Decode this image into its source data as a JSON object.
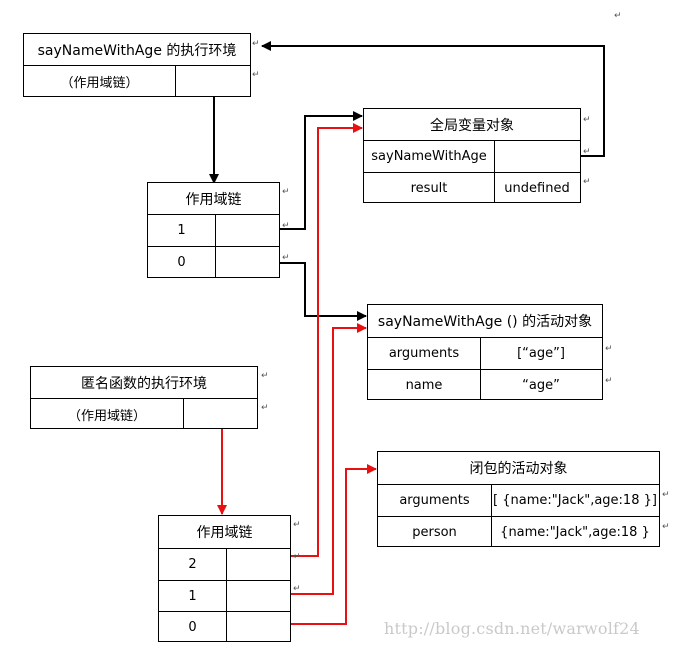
{
  "say_env": {
    "title": "sayNameWithAge  的执行环境",
    "scope_label": "（作用域链）"
  },
  "scope_chain_1": {
    "title": "作用域链",
    "rows": [
      "1",
      "0"
    ]
  },
  "global_vo": {
    "title": "全局变量对象",
    "rows": [
      {
        "key": "sayNameWithAge",
        "value": ""
      },
      {
        "key": "result",
        "value": "undefined"
      }
    ]
  },
  "say_ao": {
    "title": "sayNameWithAge ()  的活动对象",
    "rows": [
      {
        "key": "arguments",
        "value": "[“age”]"
      },
      {
        "key": "name",
        "value": "“age”"
      }
    ]
  },
  "anon_env": {
    "title": "匿名函数的执行环境",
    "scope_label": "（作用域链）"
  },
  "scope_chain_2": {
    "title": "作用域链",
    "rows": [
      "2",
      "1",
      "0"
    ]
  },
  "closure_ao": {
    "title": "闭包的活动对象",
    "rows": [
      {
        "key": "arguments",
        "value": "[ {name:\"Jack\",age:18 }]"
      },
      {
        "key": "person",
        "value": "{name:\"Jack\",age:18 }"
      }
    ]
  },
  "colors": {
    "black_pointer": "#000000",
    "red_pointer": "#e81010"
  },
  "paragraph_mark": "↵",
  "watermark": "http://blog.csdn.net/warwolf24"
}
